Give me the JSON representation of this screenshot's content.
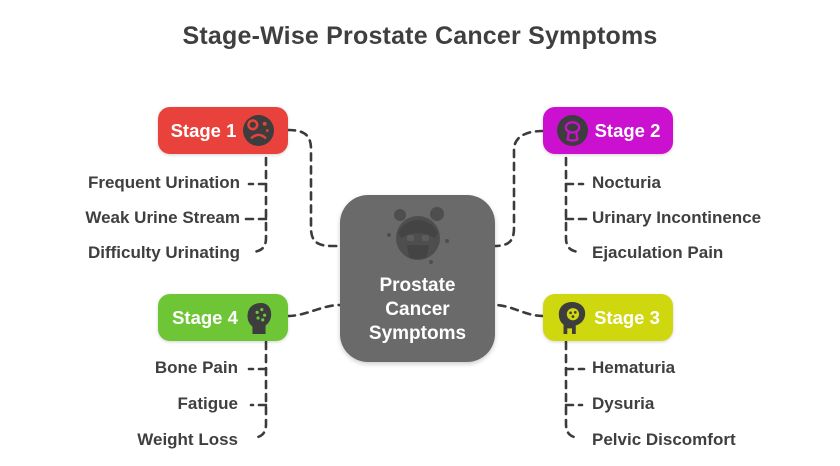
{
  "title": "Stage-Wise Prostate Cancer Symptoms",
  "center": {
    "icon": "patient-face-icon",
    "lines": [
      "Prostate",
      "Cancer",
      "Symptoms"
    ]
  },
  "stages": [
    {
      "label": "Stage 1",
      "color": "#e9423c",
      "icon": "sad-face-cell-icon",
      "symptoms": [
        "Frequent Urination",
        "Weak Urine Stream",
        "Difficulty Urinating"
      ]
    },
    {
      "label": "Stage 2",
      "color": "#cb11cf",
      "icon": "bladder-sketch-icon",
      "symptoms": [
        "Nocturia",
        "Urinary Incontinence",
        "Ejaculation Pain"
      ]
    },
    {
      "label": "Stage 3",
      "color": "#cfd70f",
      "icon": "head-cells-icon",
      "symptoms": [
        "Hematuria",
        "Dysuria",
        "Pelvic Discomfort"
      ]
    },
    {
      "label": "Stage 4",
      "color": "#6ec637",
      "icon": "head-spread-icon",
      "symptoms": [
        "Bone Pain",
        "Fatigue",
        "Weight Loss"
      ]
    }
  ],
  "colors": {
    "background": "#ffffff",
    "center_node": "#6a6a6a",
    "icon_dark": "#3d3d3d",
    "text": "#3f3f3f",
    "node_text": "#ffffff",
    "connector": "#3b3b3b"
  }
}
